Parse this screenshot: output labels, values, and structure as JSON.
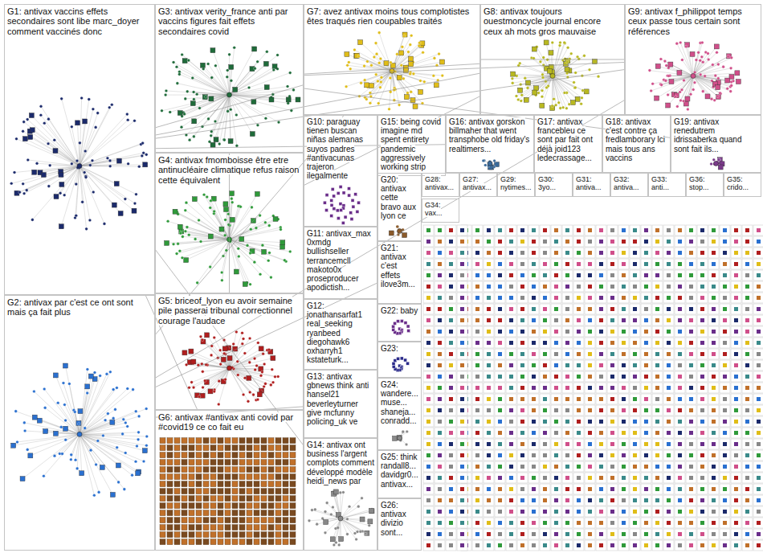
{
  "diagram": {
    "nodes": [
      {
        "text": [
          "G1: antivax vaccins effets secondaires sont libe marc_doyer comment vaccinés donc"
        ]
      },
      {
        "text": [
          "G2: antivax par c'est ce ont sont mais ça fait plus"
        ]
      },
      {
        "text": [
          "G3: antivax verity_france anti par vaccins figures fait effets secondaires covid"
        ]
      },
      {
        "text": [
          "G4: antivax fmomboisse être etre antinucléaire climatique refus raison cette équivalent"
        ]
      },
      {
        "text": [
          "G5: briceof_lyon eu avoir semaine pile passerai tribunal correctionnel courage l'audace"
        ]
      },
      {
        "text": [
          "G6: antivax #antivax anti covid par #covid19 ce co fait eu"
        ]
      },
      {
        "text": [
          "G7: avez antivax moins tous complotistes êtes traqués rien coupables traités"
        ]
      },
      {
        "text": [
          "G8: antivax toujours ouestmoncycle journal encore ceux ah mots gros mauvaise"
        ]
      },
      {
        "text": [
          "G9: antivax f_philippot temps ceux passe tous certain sont références"
        ]
      },
      {
        "text": [
          "G10: paraguay tienen buscan niñas alemanas suyos padres #antivacunas trajeron ilegalmente"
        ]
      },
      {
        "text": [
          "G11: antivax_max 0xmdg bullishseller terrancemcll makoto0x proseproducer apodictish..."
        ]
      },
      {
        "text": [
          "G12: jonathansarfat1 real_seeking ryanbeed diegohawk6 oxharryh1 kstateturk..."
        ]
      },
      {
        "text": [
          "G13: antivax gbnews think anti hansel21 beverleyturner give mcfunny policing_uk ve"
        ]
      },
      {
        "text": [
          "G14: antivax ont business l'argent complots comment développé modèle heidi_news par"
        ]
      },
      {
        "text": [
          "G15: being covid imagine md spent entirety pandemic aggressively working strip"
        ]
      },
      {
        "text": [
          "G16: antivax gorskon billmaher that went transphobe old friday's realtimers..."
        ]
      },
      {
        "text": [
          "G17: antivax francebleu ce sont par fait ont déjà joid123 ledecrassage..."
        ]
      },
      {
        "text": [
          "G18: antivax c'est contre ça fredlamborary lci mais tous ans vaccins"
        ]
      },
      {
        "text": [
          "G19: antivax renedutrem idrissaberka quand sont fait ils..."
        ]
      },
      {
        "text": [
          "G20: antivax cette bravo aux lyon ce"
        ]
      },
      {
        "text": [
          "G21: antivax c'est effets ilove3m..."
        ]
      },
      {
        "text": [
          "G22: baby"
        ]
      },
      {
        "text": [
          "G23:"
        ]
      },
      {
        "text": [
          "G24: wandere... muse... shaneja... conradd..."
        ]
      },
      {
        "text": [
          "G25: think randall8... davidgr0... antivax..."
        ]
      },
      {
        "text": [
          "G26: antivax divizio sont..."
        ]
      },
      {
        "text": [
          "G27: antivax..."
        ]
      },
      {
        "text": [
          "G28: antivax..."
        ]
      },
      {
        "text": [
          "G29: nytimes..."
        ]
      },
      {
        "text": [
          "G30: 3yo..."
        ]
      },
      {
        "text": [
          "G31: antiva..."
        ]
      },
      {
        "text": [
          "G32: antiva..."
        ]
      },
      {
        "text": [
          "G33: anti..."
        ]
      },
      {
        "text": [
          "G34: vax..."
        ]
      },
      {
        "text": [
          "G35: crido..."
        ]
      },
      {
        "text": [
          "G36: stop..."
        ]
      }
    ],
    "edges": [
      {
        "from": 0,
        "to": 6,
        "arrow": "none"
      },
      {
        "from": 0,
        "to": 7,
        "arrow": "none"
      },
      {
        "from": 0,
        "to": 8,
        "arrow": "none"
      },
      {
        "from": 1,
        "to": 6,
        "arrow": "none"
      },
      {
        "from": 1,
        "to": 8,
        "arrow": "none"
      },
      {
        "from": 2,
        "to": 7,
        "arrow": "none"
      },
      {
        "from": 2,
        "to": 8,
        "arrow": "none"
      },
      {
        "from": 3,
        "to": 7,
        "arrow": "none"
      },
      {
        "from": 4,
        "to": 2,
        "arrow": "none"
      },
      {
        "from": 5,
        "to": 0,
        "arrow": "none"
      },
      {
        "from": 0,
        "to": 13,
        "arrow": "none"
      },
      {
        "from": 1,
        "to": 12,
        "arrow": "none"
      },
      {
        "from": 6,
        "to": 8,
        "arrow": "none"
      },
      {
        "from": 0,
        "to": 15,
        "arrow": "none"
      },
      {
        "from": 2,
        "to": 18,
        "arrow": "none"
      },
      {
        "from": 1,
        "to": 20,
        "arrow": "none"
      }
    ]
  }
}
